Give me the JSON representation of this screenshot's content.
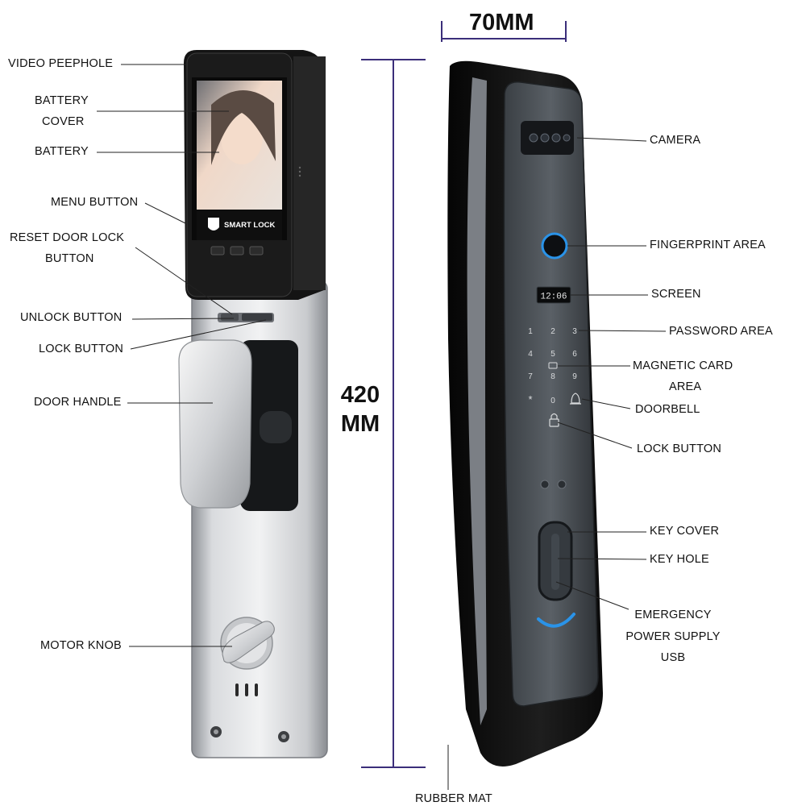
{
  "dimensions": {
    "height_value": "420",
    "height_unit": "MM",
    "width": "70MM"
  },
  "screen_brand": "SMART LOCK",
  "screen_time": "12:06",
  "keypad": [
    "1",
    "2",
    "3",
    "4",
    "5",
    "6",
    "7",
    "8",
    "9",
    "*",
    "0"
  ],
  "left_labels": {
    "video_peephole": "VIDEO PEEPHOLE",
    "battery_cover_1": "BATTERY",
    "battery_cover_2": "COVER",
    "battery": "BATTERY",
    "menu_button": "MENU BUTTON",
    "reset_1": "RESET DOOR LOCK",
    "reset_2": "BUTTON",
    "unlock_button": "UNLOCK BUTTON",
    "lock_button": "LOCK BUTTON",
    "door_handle": "DOOR HANDLE",
    "motor_knob": "MOTOR KNOB"
  },
  "right_labels": {
    "camera": "CAMERA",
    "fingerprint": "FINGERPRINT AREA",
    "screen": "SCREEN",
    "password": "PASSWORD AREA",
    "magnetic_1": "MAGNETIC CARD",
    "magnetic_2": "AREA",
    "doorbell": "DOORBELL",
    "lock_button": "LOCK BUTTON",
    "key_cover": "KEY COVER",
    "key_hole": "KEY HOLE",
    "emergency_1": "EMERGENCY",
    "emergency_2": "POWER SUPPLY",
    "emergency_3": "USB",
    "rubber_mat": "RUBBER MAT"
  }
}
